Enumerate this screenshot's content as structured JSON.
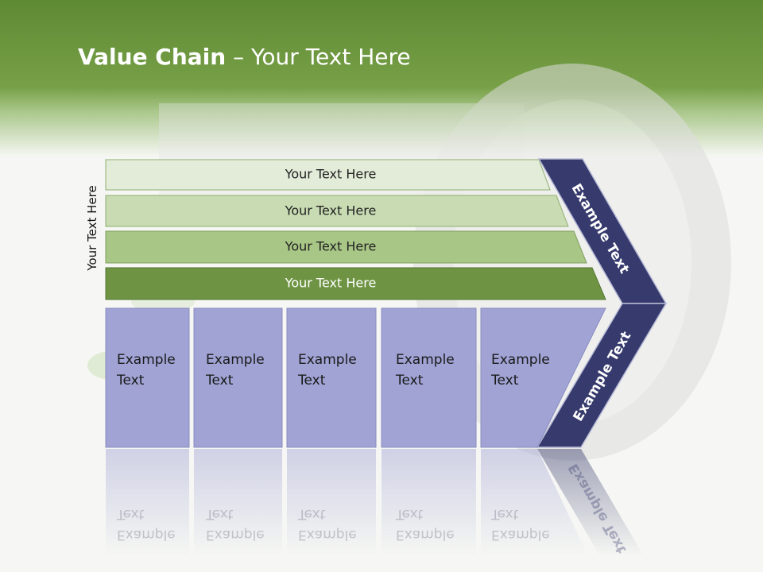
{
  "title": {
    "bold": "Value Chain",
    "rest": " – Your Text Here"
  },
  "side_label": "Your Text Here",
  "bars": [
    {
      "label": "Your Text Here",
      "color": "#e3ecd9"
    },
    {
      "label": "Your Text Here",
      "color": "#c8dbb2"
    },
    {
      "label": "Your Text Here",
      "color": "#a8c686"
    },
    {
      "label": "Your Text Here",
      "color": "#6e9443"
    }
  ],
  "boxes": [
    {
      "label": "Example\nText"
    },
    {
      "label": "Example\nText"
    },
    {
      "label": "Example\nText"
    },
    {
      "label": "Example\nText"
    },
    {
      "label": "Example\nText"
    }
  ],
  "chevron": {
    "top_label": "Example Text",
    "bottom_label": "Example Text",
    "color": "#363a6c"
  },
  "colors": {
    "box_fill": "#a0a3d4",
    "box_border": "#8a8ec0"
  }
}
